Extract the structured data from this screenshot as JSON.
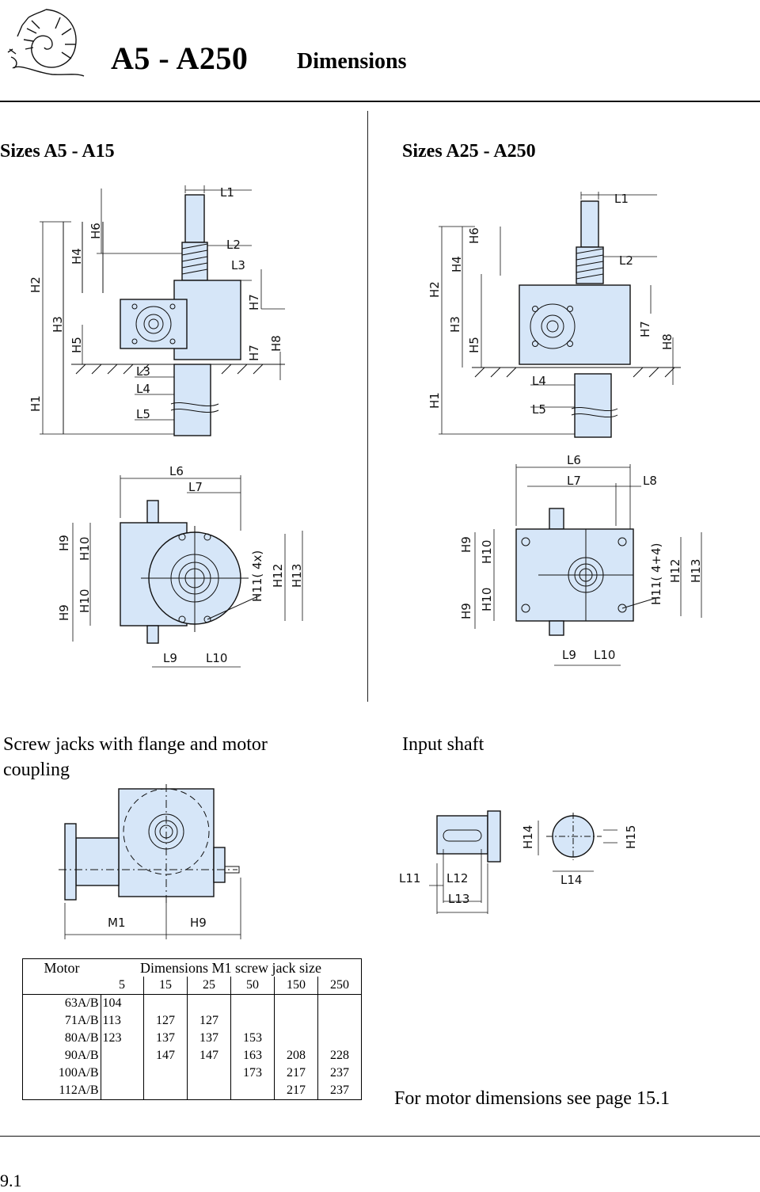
{
  "header": {
    "title": "A5 - A250",
    "subtitle": "Dimensions"
  },
  "sections": {
    "left": "Sizes A5 - A15",
    "right": "Sizes A25 - A250"
  },
  "captions": {
    "flange_line1": "Screw jacks with flange and motor",
    "flange_line2": "coupling",
    "input_shaft": "Input shaft"
  },
  "labels": {
    "L1": "L1",
    "L2": "L2",
    "L3": "L3",
    "L4": "L4",
    "L5": "L5",
    "L6": "L6",
    "L7": "L7",
    "L8": "L8",
    "L9": "L9",
    "L10": "L10",
    "L11": "L11",
    "L12": "L12",
    "L13": "L13",
    "L14": "L14",
    "H1": "H1",
    "H2": "H2",
    "H3": "H3",
    "H4": "H4",
    "H5": "H5",
    "H6": "H6",
    "H7": "H7",
    "H8": "H8",
    "H9": "H9",
    "H10": "H10",
    "H11_4x": "H11( 4x)",
    "H11_44": "H11( 4+4)",
    "H12": "H12",
    "H13": "H13",
    "H14": "H14",
    "H15": "H15",
    "M1": "M1"
  },
  "table": {
    "motor_header": "Motor",
    "dims_header": "Dimensions M1 screw jack size",
    "sizes": [
      "5",
      "15",
      "25",
      "50",
      "150",
      "250"
    ],
    "rows": [
      {
        "motor": "63A/B",
        "vals": [
          "104",
          "",
          "",
          "",
          "",
          ""
        ]
      },
      {
        "motor": "71A/B",
        "vals": [
          "113",
          "127",
          "127",
          "",
          "",
          ""
        ]
      },
      {
        "motor": "80A/B",
        "vals": [
          "123",
          "137",
          "137",
          "153",
          "",
          ""
        ]
      },
      {
        "motor": "90A/B",
        "vals": [
          "",
          "147",
          "147",
          "163",
          "208",
          "228"
        ]
      },
      {
        "motor": "100A/B",
        "vals": [
          "",
          "",
          "",
          "173",
          "217",
          "237"
        ]
      },
      {
        "motor": "112A/B",
        "vals": [
          "",
          "",
          "",
          "",
          "217",
          "237"
        ]
      }
    ]
  },
  "note": "For motor dimensions see page 15.1",
  "page_number": "9.1",
  "colors": {
    "part_fill": "#d6e6f8",
    "line": "#111111"
  }
}
